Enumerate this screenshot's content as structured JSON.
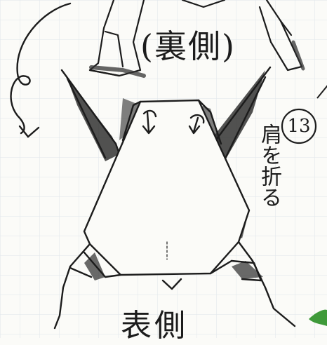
{
  "labels": {
    "back_side": "(裏側)",
    "front_side": "表側",
    "fold_note": "肩を折る",
    "step_number": "13"
  },
  "colors": {
    "paper": "#fbfbf8",
    "grid": "#dfe6ea",
    "ink": "#1c1c1c",
    "shade": "#333333",
    "green_mark": "#3f9a3a"
  }
}
